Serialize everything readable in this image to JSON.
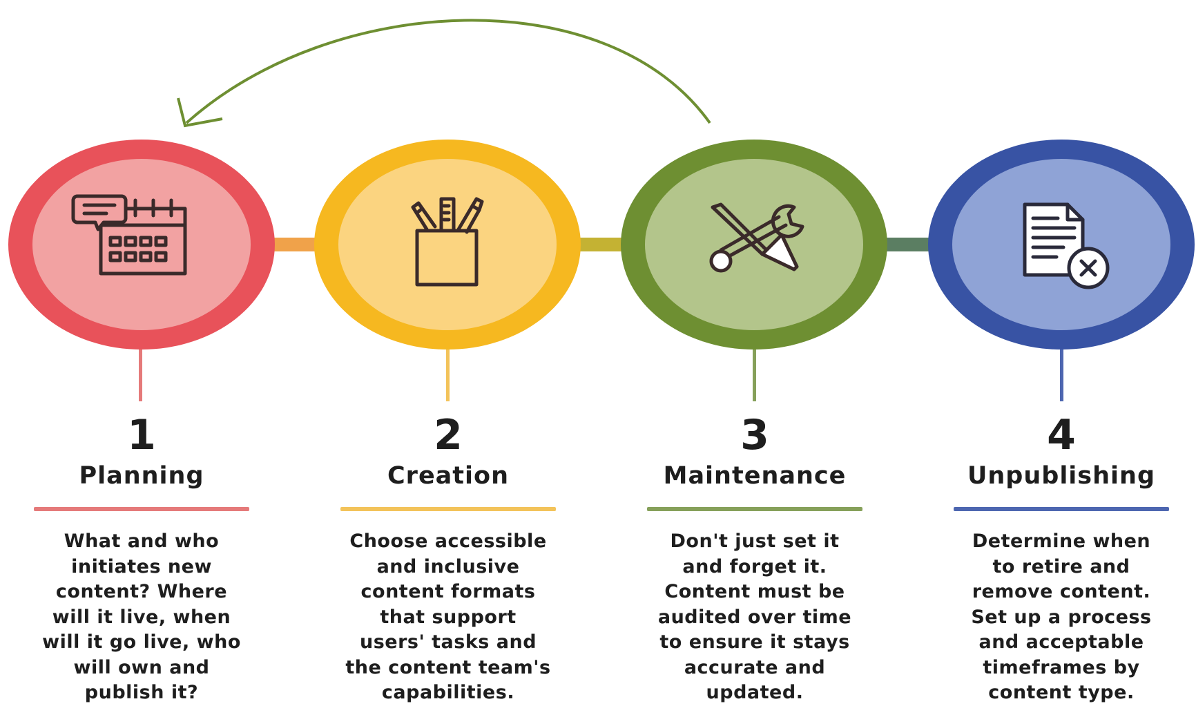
{
  "stages": [
    {
      "number": "1",
      "title": "Planning",
      "description": "What and who\ninitiates new\ncontent? Where\nwill it live, when\nwill it go live, who\nwill own and\npublish it?",
      "icon": "calendar-chat-icon",
      "outer_color": "#E8525A",
      "inner_color": "#F2A2A2",
      "rule_color": "#E57A7A"
    },
    {
      "number": "2",
      "title": "Creation",
      "description": "Choose accessible\nand inclusive\ncontent formats\nthat support\nusers' tasks and\nthe content team's\ncapabilities.",
      "icon": "pencil-cup-icon",
      "outer_color": "#F6B820",
      "inner_color": "#FBD480",
      "rule_color": "#F3C35A"
    },
    {
      "number": "3",
      "title": "Maintenance",
      "description": "Don't just set it\nand forget it.\nContent must be\naudited over time\nto ensure it stays\naccurate and\nupdated.",
      "icon": "wrench-screwdriver-icon",
      "outer_color": "#6E8F32",
      "inner_color": "#B3C58B",
      "rule_color": "#86A05A"
    },
    {
      "number": "4",
      "title": "Unpublishing",
      "description": "Determine when\nto retire and\nremove content.\nSet up a process\nand acceptable\ntimeframes by\ncontent type.",
      "icon": "document-remove-icon",
      "outer_color": "#3853A4",
      "inner_color": "#8FA3D6",
      "rule_color": "#4D66B0"
    }
  ],
  "arrow_color": "#6E8F32",
  "connector_colors": [
    "#F0A24A",
    "#C4B233",
    "#5B7E62"
  ]
}
